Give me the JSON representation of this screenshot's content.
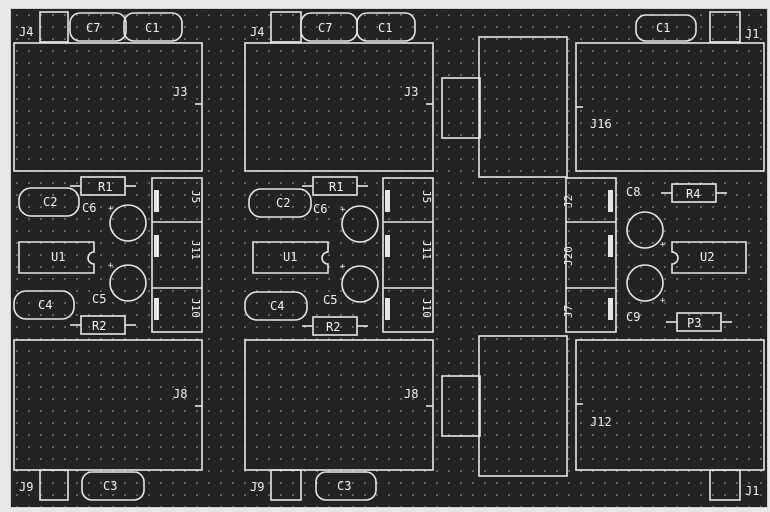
{
  "board": {
    "background": "#232323",
    "silkscreen": "#e6e6e6",
    "border": "#cfcfcf"
  },
  "labels": {
    "j4_a": "J4",
    "c7_a": "C7",
    "c1_a": "C1",
    "j4_b": "J4",
    "c7_b": "C7",
    "c1_b": "C1",
    "c1_c": "C1",
    "j1_top": "J1",
    "j3_a": "J3",
    "j3_b": "J3",
    "j16": "J16",
    "r1_a": "R1",
    "c2_a": "C2",
    "c6_a": "C6",
    "u1_a": "U1",
    "c5_a": "C5",
    "c4_a": "C4",
    "r2_a": "R2",
    "j5_a": "J5",
    "j11_a": "J11",
    "j10_a": "J10",
    "r1_b": "R1",
    "c2_b": "C2",
    "c6_b": "C6",
    "u1_b": "U1",
    "c5_b": "C5",
    "c4_b": "C4",
    "r2_b": "R2",
    "j5_b": "J5",
    "j11_b": "J11",
    "j10_b": "J10",
    "j2": "J2",
    "j20": "J20",
    "j7": "J7",
    "c8": "C8",
    "r4": "R4",
    "u2": "U2",
    "c9": "C9",
    "p3": "P3",
    "j8_a": "J8",
    "j8_b": "J8",
    "j12": "J12",
    "j9_a": "J9",
    "c3_a": "C3",
    "j9_b": "J9",
    "c3_b": "C3",
    "j1_bottom": "J1",
    "plus": "+"
  }
}
